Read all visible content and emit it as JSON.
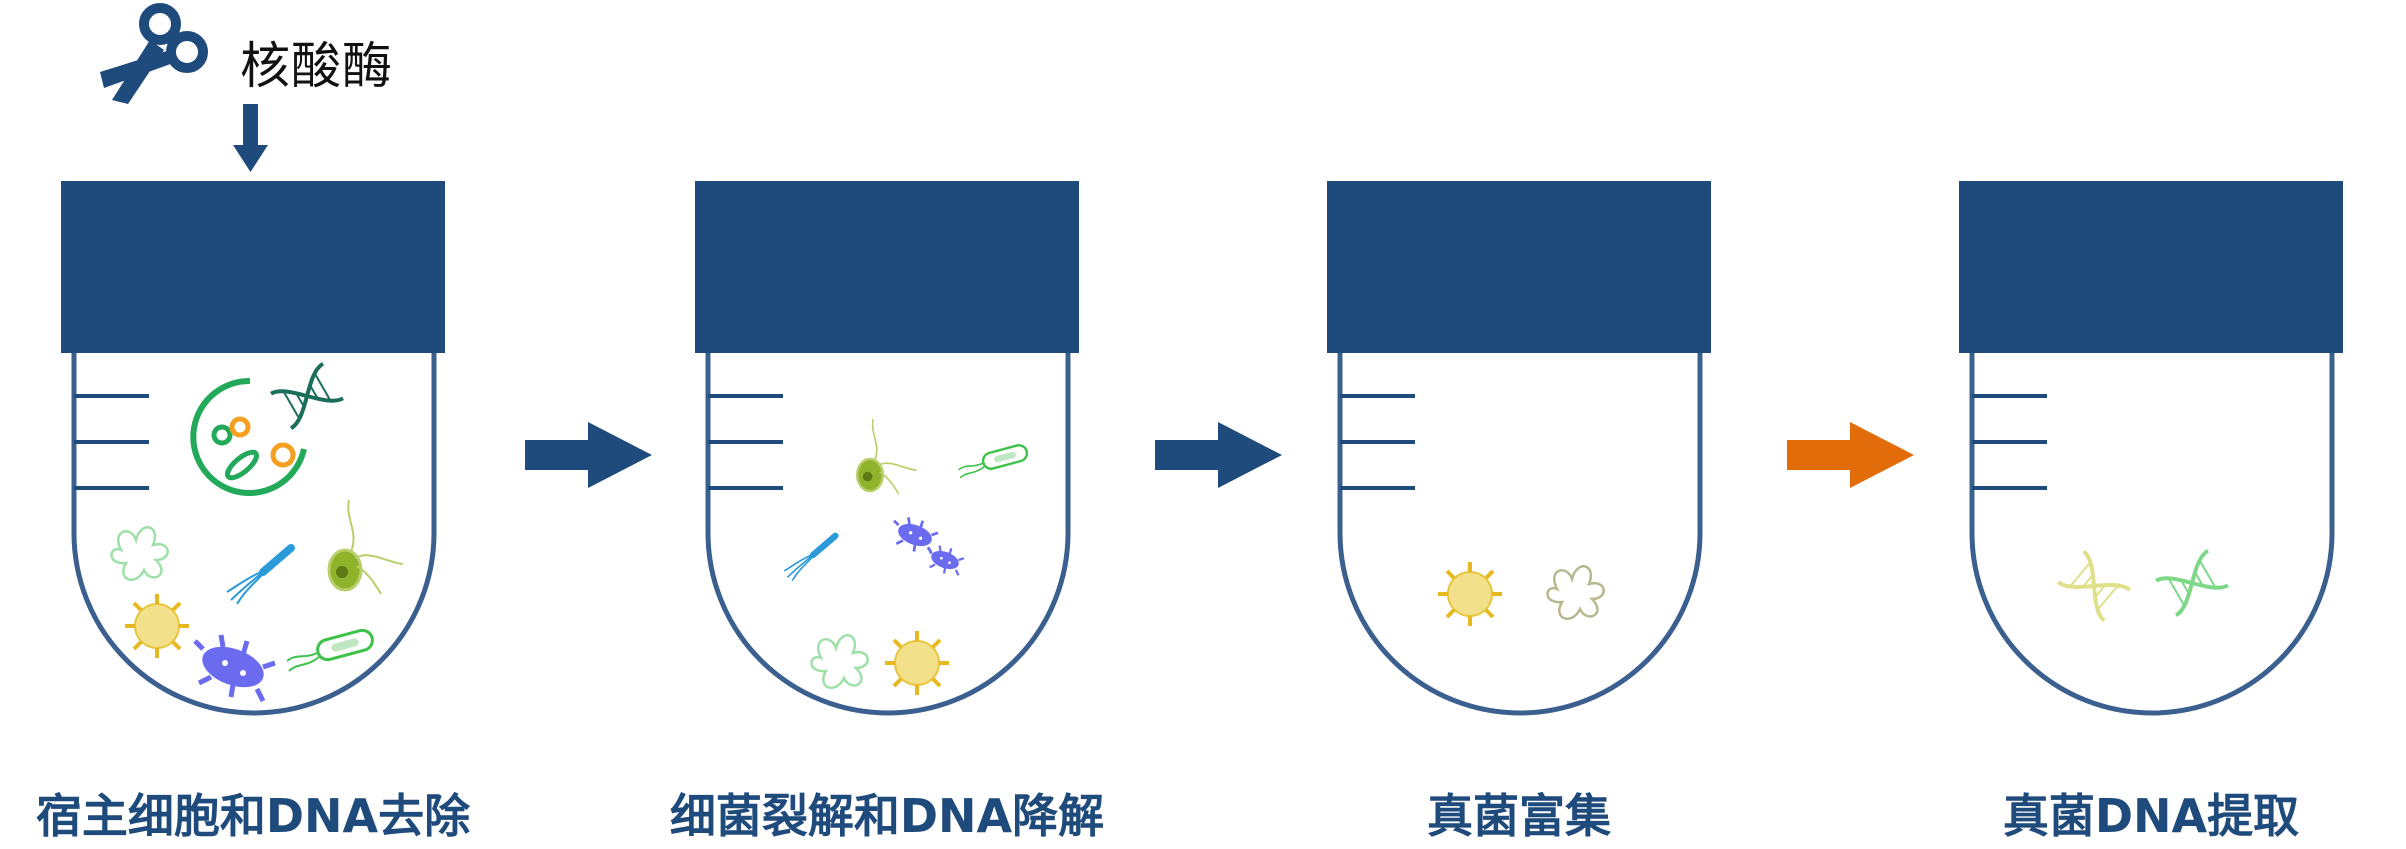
{
  "enzyme": {
    "label": "核酸酶",
    "icon": "scissors-icon"
  },
  "colors": {
    "tube": "#1f4a7c",
    "tube_outline": "#3b5f8f",
    "arrow": "#1f4a7c",
    "arrow_highlight": "#e36c0a"
  },
  "steps": [
    {
      "label": "宿主细胞和DNA去除",
      "contents": [
        "host-cell",
        "dna-helix",
        "fungus-outline",
        "flagellate-bacterium",
        "protist",
        "virus-yellow",
        "bacterium-purple",
        "bacterium-green"
      ]
    },
    {
      "label": "细菌裂解和DNA降解",
      "contents": [
        "protist",
        "bacterium-green",
        "flagellate-bacterium",
        "bacterium-purple",
        "fungus-outline",
        "virus-yellow"
      ]
    },
    {
      "label": "真菌富集",
      "contents": [
        "virus-yellow",
        "fungus-outline"
      ]
    },
    {
      "label": "真菌DNA提取",
      "contents": [
        "dna-helix-yellow",
        "dna-helix-green"
      ]
    }
  ]
}
